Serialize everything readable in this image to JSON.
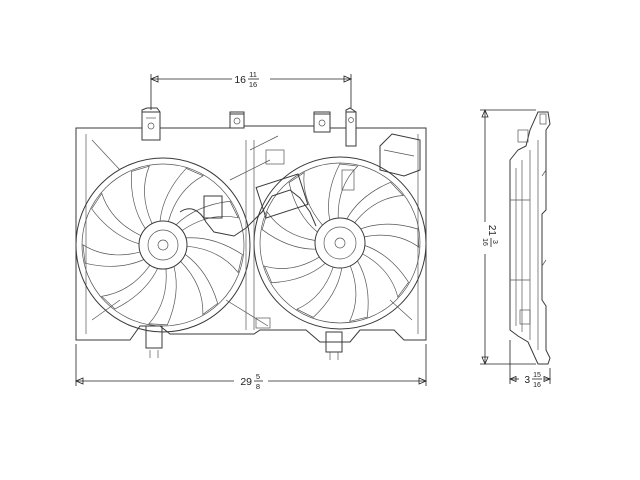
{
  "dimensions": {
    "top_width": {
      "whole": "16",
      "num": "11",
      "den": "16"
    },
    "overall_width": {
      "whole": "29",
      "num": "5",
      "den": "8"
    },
    "height": {
      "whole": "21",
      "num": "3",
      "den": "16"
    },
    "depth": {
      "whole": "3",
      "num": "15",
      "den": "16"
    }
  },
  "colors": {
    "line": "#3a3a3a",
    "background": "#ffffff"
  }
}
